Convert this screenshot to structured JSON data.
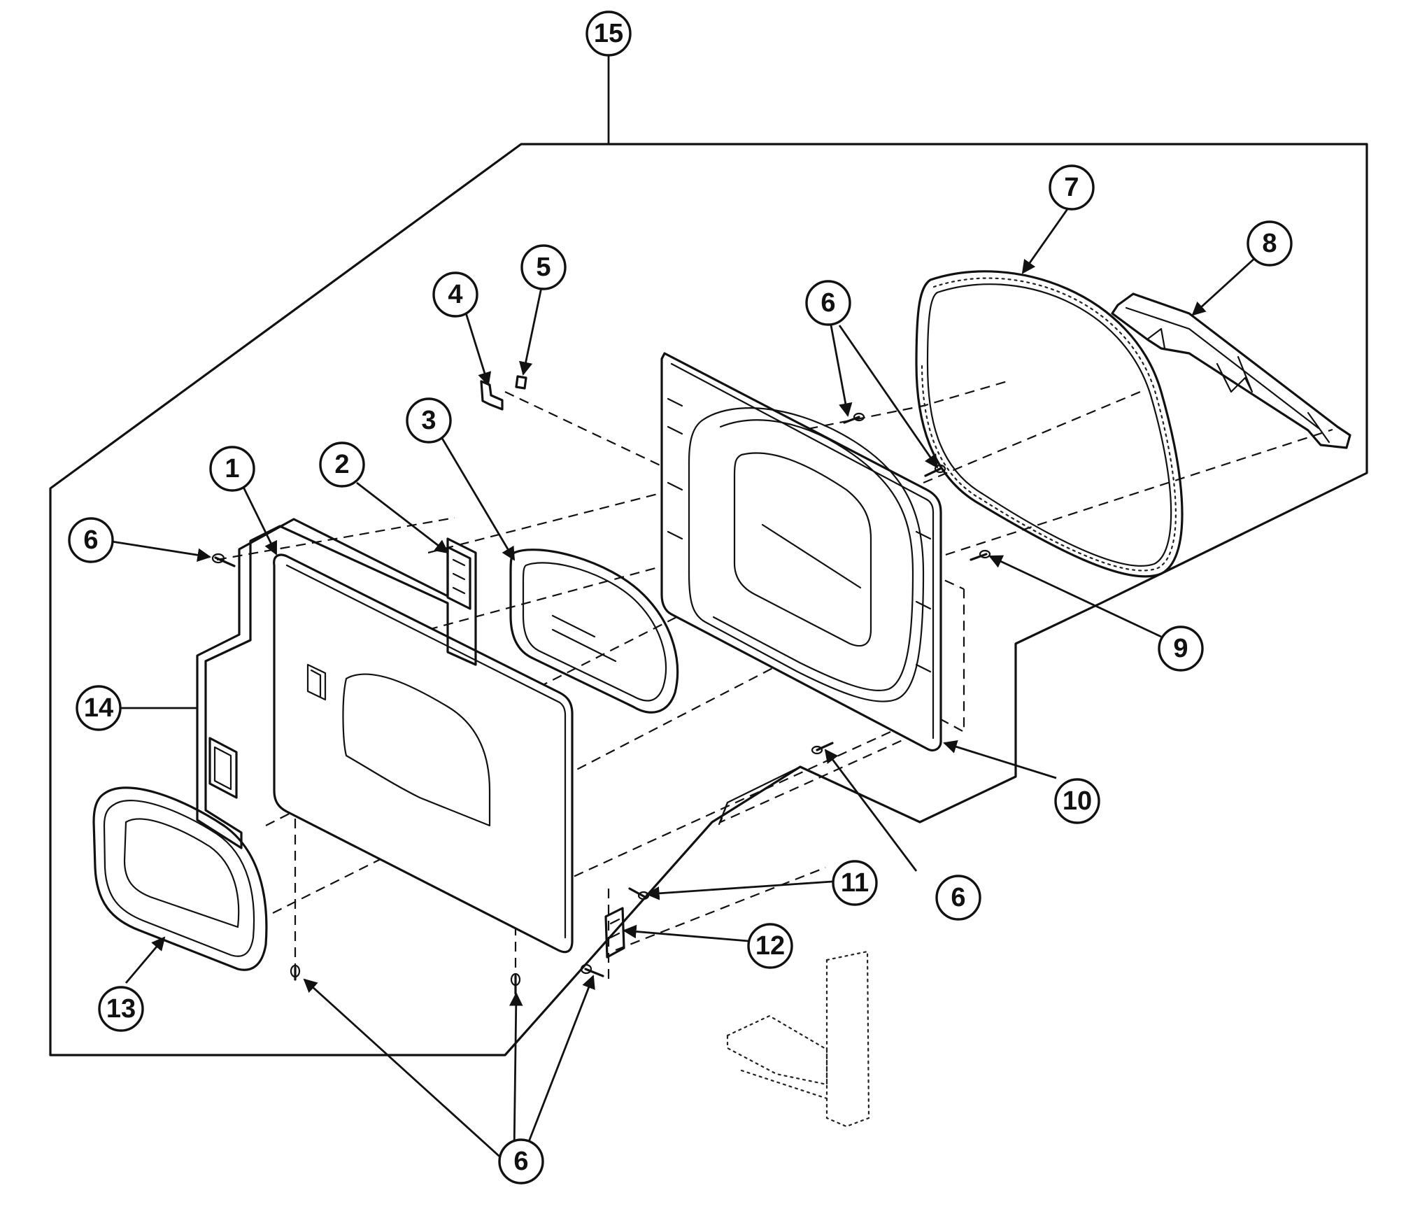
{
  "diagram": {
    "type": "exploded-parts-view",
    "callouts": [
      {
        "id": "c15",
        "label": "15"
      },
      {
        "id": "c1",
        "label": "1"
      },
      {
        "id": "c2",
        "label": "2"
      },
      {
        "id": "c3",
        "label": "3"
      },
      {
        "id": "c4",
        "label": "4"
      },
      {
        "id": "c5",
        "label": "5"
      },
      {
        "id": "c6a",
        "label": "6"
      },
      {
        "id": "c6b",
        "label": "6"
      },
      {
        "id": "c6c",
        "label": "6"
      },
      {
        "id": "c6d",
        "label": "6"
      },
      {
        "id": "c7",
        "label": "7"
      },
      {
        "id": "c8",
        "label": "8"
      },
      {
        "id": "c9",
        "label": "9"
      },
      {
        "id": "c10",
        "label": "10"
      },
      {
        "id": "c11",
        "label": "11"
      },
      {
        "id": "c12",
        "label": "12"
      },
      {
        "id": "c13",
        "label": "13"
      },
      {
        "id": "c14",
        "label": "14"
      }
    ]
  }
}
